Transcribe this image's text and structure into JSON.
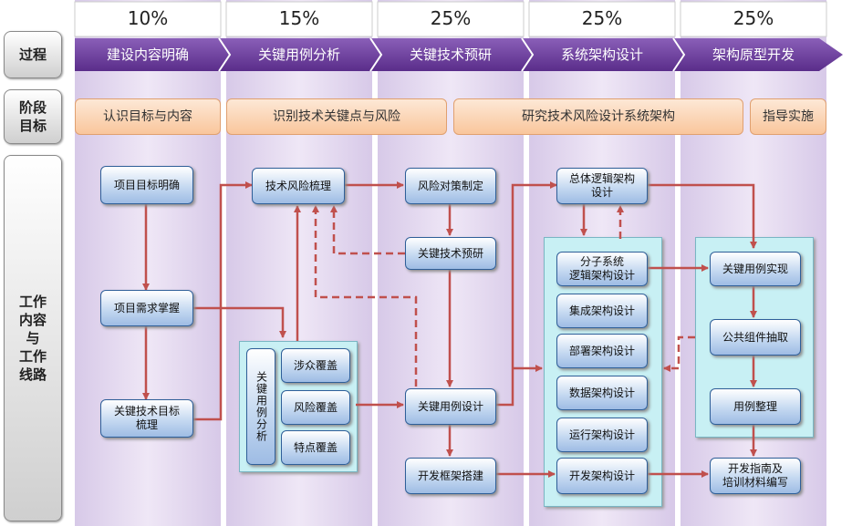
{
  "percentages": [
    "10%",
    "15%",
    "25%",
    "25%",
    "25%"
  ],
  "row_labels": {
    "process": "过程",
    "stage_goal": "阶段\n目标",
    "work": "工作\n内容\n与\n工作\n线路"
  },
  "phases": [
    "建设内容明确",
    "关键用例分析",
    "关键技术预研",
    "系统架构设计",
    "架构原型开发"
  ],
  "goals": [
    "认识目标与内容",
    "识别技术关键点与风险",
    "研究技术风险设计系统架构",
    "指导实施"
  ],
  "boxes": {
    "project_goal": "项目目标明确",
    "project_req": "项目需求掌握",
    "key_tech_goal": "关键技术目标\n梳理",
    "tech_risk": "技术风险梳理",
    "key_uc_analysis": "关键用例分析",
    "involve_cover": "涉众覆盖",
    "risk_cover": "风险覆盖",
    "feature_cover": "特点覆盖",
    "risk_strategy": "风险对策制定",
    "key_tech_research": "关键技术预研",
    "key_uc_design": "关键用例设计",
    "dev_framework": "开发框架搭建",
    "overall_logic": "总体逻辑架构\n设计",
    "subsystem_logic": "分子系统\n逻辑架构设计",
    "integration": "集成架构设计",
    "deployment": "部署架构设计",
    "data_arch": "数据架构设计",
    "runtime_arch": "运行架构设计",
    "dev_arch": "开发架构设计",
    "key_uc_impl": "关键用例实现",
    "common_comp": "公共组件抽取",
    "uc_organize": "用例整理",
    "dev_guide": "开发指南及\n培训材料编写"
  },
  "colors": {
    "phase_arrow": "#6a3d9a",
    "line": "#c0504d",
    "box_border": "#2f5f99",
    "area": "#c8f0f4"
  }
}
